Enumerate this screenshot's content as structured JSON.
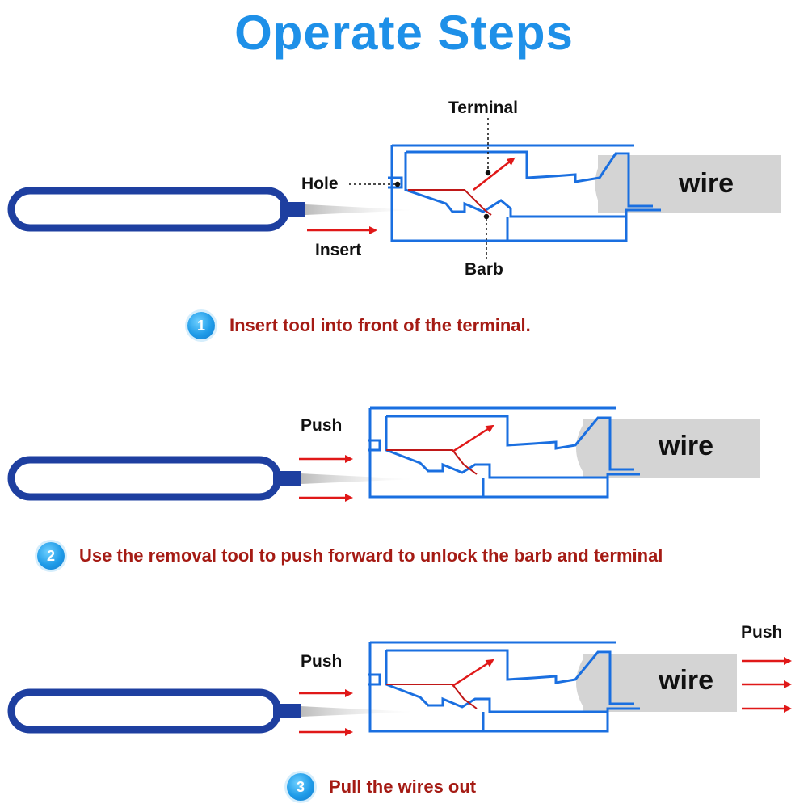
{
  "title": "Operate Steps",
  "colors": {
    "title": "#1e90e8",
    "housing": "#1a6fe0",
    "tool": "#1e3fa0",
    "arrow": "#e01818",
    "wire_fill": "#d4d4d4",
    "step_text": "#a51b14",
    "badge": "#1f9be8"
  },
  "steps": [
    {
      "number": "1",
      "text": "Insert tool into front of the terminal.",
      "labels": {
        "terminal": "Terminal",
        "hole": "Hole",
        "barb": "Barb",
        "insert": "Insert",
        "wire": "wire"
      }
    },
    {
      "number": "2",
      "text": "Use the removal tool to push forward to unlock the barb and terminal",
      "labels": {
        "push": "Push",
        "wire": "wire"
      }
    },
    {
      "number": "3",
      "text": "Pull the wires out",
      "labels": {
        "push_left": "Push",
        "push_right": "Push",
        "wire": "wire"
      }
    }
  ]
}
